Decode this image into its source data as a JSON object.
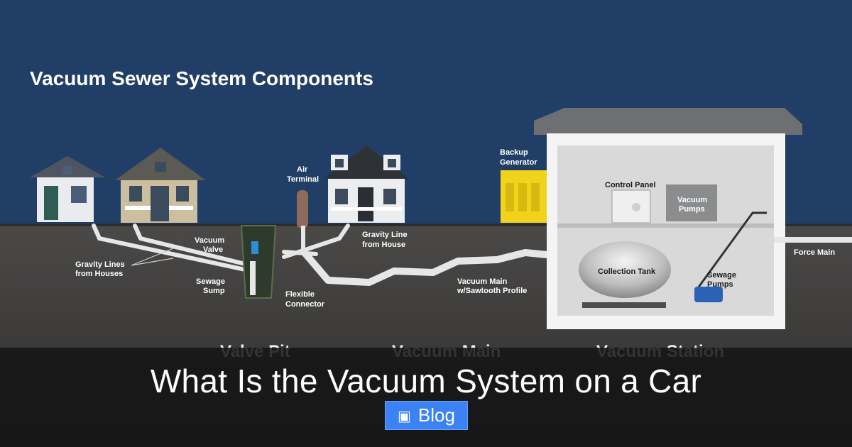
{
  "diagram": {
    "title": "Vacuum Sewer System Components",
    "labels": {
      "gravity_lines": [
        "Gravity Lines",
        "from Houses"
      ],
      "vacuum_valve": [
        "Vacuum",
        "Valve"
      ],
      "sewage_sump": [
        "Sewage",
        "Sump"
      ],
      "air_terminal": [
        "Air",
        "Terminal"
      ],
      "flexible_connector": [
        "Flexible",
        "Connector"
      ],
      "gravity_line_house": [
        "Gravity Line",
        "from House"
      ],
      "backup_generator": [
        "Backup",
        "Generator"
      ],
      "vacuum_main": [
        "Vacuum Main",
        "w/Sawtooth Profile"
      ],
      "control_panel": "Control Panel",
      "vacuum_pumps": [
        "Vacuum",
        "Pumps"
      ],
      "collection_tank": "Collection Tank",
      "sewage_pumps": [
        "Sewage",
        "Pumps"
      ],
      "force_main": "Force Main"
    },
    "sections": [
      "Valve Pit",
      "Vacuum Main",
      "Vacuum Station"
    ],
    "colors": {
      "sky": "#203e66",
      "ground": "#3f3e3d",
      "pipe": "#e6e6e6",
      "generator": "#f2d31b",
      "building": "#f4f4f4"
    }
  },
  "overlay": {
    "title": "What Is the Vacuum System on a Car",
    "button_label": "Blog",
    "button_icon": "bookmark-icon",
    "button_color": "#3b82f6"
  }
}
